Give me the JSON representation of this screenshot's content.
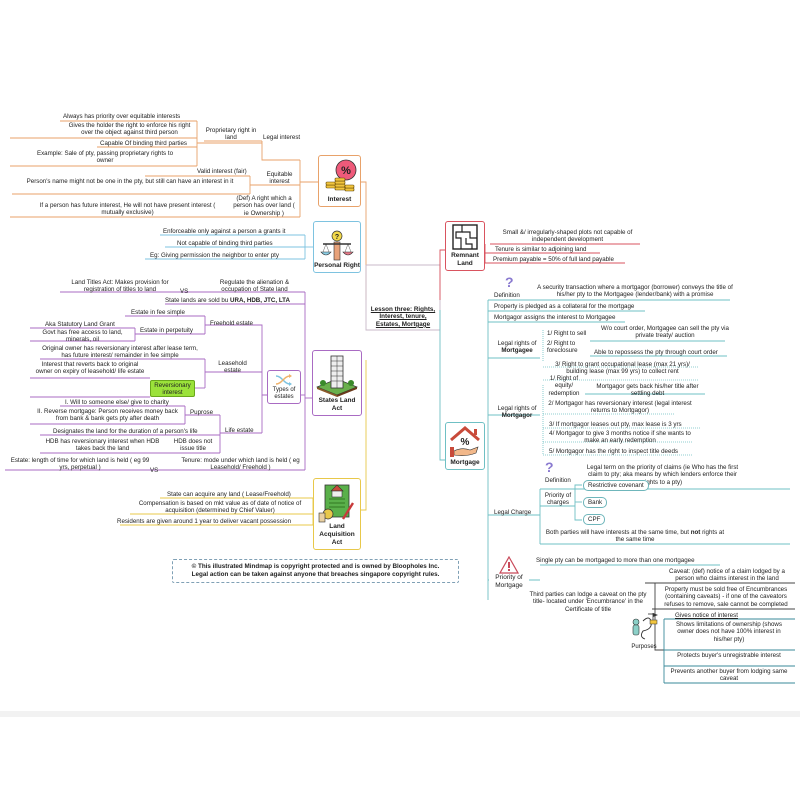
{
  "center": {
    "title": "Lesson three: Rights, Interest, tenure, Estates, Mortgage"
  },
  "colors": {
    "interest": "#e8a26a",
    "personal_right": "#7ec3e0",
    "states_land": "#a96bc3",
    "land_acquisition": "#e8c84a",
    "remnant": "#d9535f",
    "mortgage": "#6fc0c4",
    "reversionary_bg": "#9be23a",
    "notice_border": "#7fa0b5"
  },
  "interest": {
    "title": "Interest",
    "icon": "percent-coins-icon",
    "legal_interest": {
      "label": "Legal interest",
      "proprietary": {
        "label": "Proprietary right in land",
        "items": [
          "Always has priority over equitable interests",
          "Gives the holder the right to enforce his right over the object against third person",
          "Capable Of binding third parties",
          "Example: Sale of pty, passing proprietary rights to owner"
        ]
      }
    },
    "equitable_interest": {
      "label": "Equitable interest",
      "items": [
        "Valid interest (fair)",
        "Person's name might not be one in the pty, but still can have an interest in it"
      ]
    },
    "definition": {
      "label": "(Def) A right which a person has over land ( ie Ownership )",
      "items": [
        "If a person has future interest, He will not have present interest ( mutually exclusive)"
      ]
    }
  },
  "personal_right": {
    "title": "Personal Right",
    "icon": "scales-question-icon",
    "items": [
      "Enforceable only against a person a grants it",
      "Not capable of binding third parties",
      "Eg: Giving permission the neighbor to enter pty"
    ]
  },
  "states_land_act": {
    "title": "States Land Act",
    "icon": "building-icon",
    "vs1": {
      "left": "Land Titles Act: Makes provision for registration of titles to land",
      "vs": "VS",
      "right": "Regulate the alienation & occupation of State land"
    },
    "sold_by_prefix": "State lands are sold bu ",
    "sold_by_bold": "URA, HDB, JTC, LTA",
    "types_of_estates": {
      "label": "Types of estates",
      "icon": "shuffle-icon",
      "freehold": {
        "label": "Freehold estate",
        "fee_simple": "Estate in fee simple",
        "perpetuity": {
          "label": "Estate in perpetuity",
          "items": [
            "Aka Statutory Land Grant",
            "Govt has free access to land, minerals, oil"
          ]
        }
      },
      "leasehold": {
        "label": "Leasehold estate",
        "items": [
          "Original owner has reversionary interest after lease term, has future interest/ remainder in fee simple"
        ],
        "reversionary": {
          "label": "Reversionary interest",
          "item": "Interest that reverts back to original owner on expiry of leasehold/ life estate"
        }
      },
      "life_estate": {
        "label": "Life estate",
        "purpose": {
          "label": "Puprose",
          "items": [
            "I. Will to someone else/ give to charity",
            "II. Reverse mortgage: Person receives money back from bank & bank gets pty after death"
          ]
        },
        "designates": "Designates the land for the duration of a person's life",
        "hdb": {
          "label": "HDB does not issue title",
          "item": "HDB has reversionary interest when HDB takes back the land"
        }
      }
    },
    "vs2": {
      "left": "Estate: length of time for which land is held ( eg 99 yrs, perpetual )",
      "vs": "VS",
      "right": "Tenure: mode under which land is held ( eg Leasehold/ Freehold )"
    }
  },
  "land_acquisition_act": {
    "title": "Land Acquisition Act",
    "icon": "document-house-icon",
    "items": [
      "State can acquire any land ( Lease/Freehold)",
      "Compensation is based on mkt value as of date of notice of acquisition (determined by Chief Valuer)",
      "Residents are given around 1 year to deliver vacant possession"
    ]
  },
  "notice": {
    "line1": "© This illustrated Mindmap is copyright protected and is owned by Bloopholes Inc.",
    "line2": "Legal action can be taken against anyone that breaches singapore copyright rules."
  },
  "remnant_land": {
    "title": "Remnant Land",
    "icon": "land-plots-icon",
    "items": [
      "Small &/ irregularly-shaped plots not capable of independent development",
      "Tenure is similar to adjoining land",
      "Premium payable = 50% of full land payable"
    ]
  },
  "mortgage": {
    "title": "Mortgage",
    "icon": "house-percent-hand-icon",
    "definition_label": "Definition",
    "definition": "A security transaction where a mortgagor (borrower) conveys the title of his/her pty to the Mortgagee (lender/bank) with a promise",
    "items": [
      "Property is pledged as a collateral for the mortgage",
      "Mortgagor assigns the interest to Mortgagee"
    ],
    "mortgagee_rights": {
      "label_prefix": "Legal rights of",
      "label_bold": "Mortgagee",
      "items": [
        {
          "label": "1/ Right to sell",
          "detail": "W/o court order, Mortgagee can sell the pty via private treaty/ auction"
        },
        {
          "label": "2/ Right to foreclosure",
          "detail": "Able to repossess the pty through court order"
        },
        {
          "label": "3/ Right to grant occupational lease (max 21 yrs)/ building lease (max 99 yrs) to collect rent",
          "detail": ""
        }
      ]
    },
    "mortgagor_rights": {
      "label_prefix": "Legal rights of",
      "label_bold": "Mortgagor",
      "items": [
        {
          "label": "1/ Right of equity/ redemption",
          "detail": "Mortgagor gets back his/her title after settling debt"
        },
        {
          "label": "2/ Mortgagor has reversionary interest (legal interest returns to Mortgagor)",
          "detail": ""
        },
        {
          "label": "3/ If mortgagor leases out pty, max lease is 3 yrs",
          "detail": ""
        },
        {
          "label": "4/ Mortgagor to give 3 months notice if she wants to make an early redemption",
          "detail": ""
        },
        {
          "label": "5/ Mortgagor has the right to inspect title deeds",
          "detail": ""
        }
      ]
    },
    "legal_charge": {
      "label": "Legal Charge",
      "definition_label": "Definition",
      "definition": "Legal term on the priority of claims (ie Who has the first claim to pty; aka means by which lenders enforce their rights to a pty)",
      "priority_label": "Priority of charges",
      "priority": [
        "Restrictive covenant",
        "Bank",
        "CPF"
      ],
      "both_prefix": "Both parties will have interests at the same time, but ",
      "both_bold": "not",
      "both_suffix": " rights at the same time"
    },
    "priority_of_mortgage": {
      "label": "Priority of Mortgage",
      "icon": "warning-icon",
      "single": "Single pty can be mortgaged to more than one mortgagee",
      "third_parties": "Third parties can lodge a caveat on the pty title- located under 'Encumbrance' in the Certificate of title",
      "caveat_def": "Caveat: (def) notice of a claim lodged by a person who claims interest in the land",
      "encumbrances": "Property must be sold free of Encumbrances (containing caveats) - if one of the caveators refuses to remove, sale cannot be completed",
      "purposes": {
        "label": "Purposes",
        "icon": "person-flag-icon",
        "items": [
          "Gives notice of interest",
          "Shows limitations of ownership (shows owner does not have 100% interest in his/her pty)",
          "Protects buyer's unregistrable interest",
          "Prevents another buyer from lodging same caveat"
        ]
      }
    }
  }
}
